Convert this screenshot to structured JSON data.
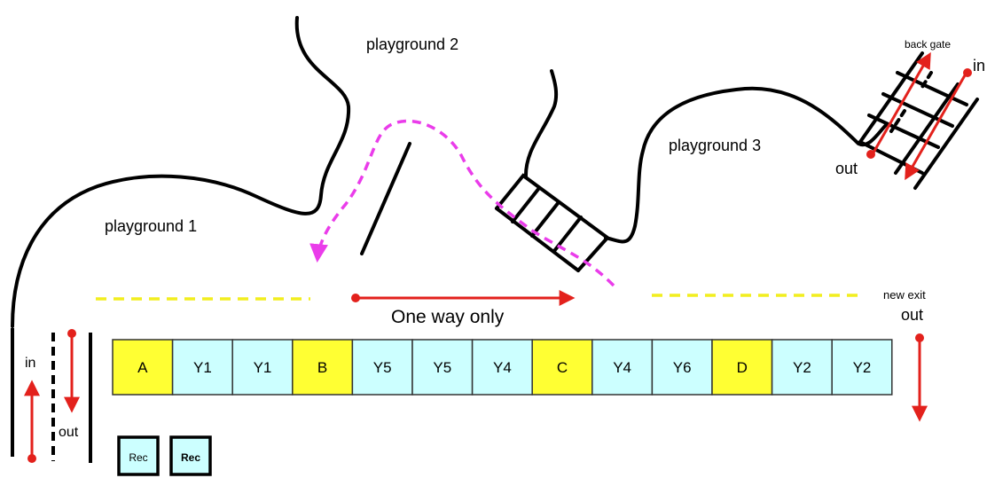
{
  "labels": {
    "playground1": "playground 1",
    "playground2": "playground 2",
    "playground3": "playground 3",
    "back_gate": "back gate",
    "back_gate_in": "in",
    "back_gate_out": "out",
    "one_way": "One way only",
    "new_exit": "new exit",
    "new_exit_out": "out",
    "left_in": "in",
    "left_out": "out"
  },
  "bays": [
    {
      "label": "A",
      "color": "#ffff33"
    },
    {
      "label": "Y1",
      "color": "#ccffff"
    },
    {
      "label": "Y1",
      "color": "#ccffff"
    },
    {
      "label": "B",
      "color": "#ffff33"
    },
    {
      "label": "Y5",
      "color": "#ccffff"
    },
    {
      "label": "Y5",
      "color": "#ccffff"
    },
    {
      "label": "Y4",
      "color": "#ccffff"
    },
    {
      "label": "C",
      "color": "#ffff33"
    },
    {
      "label": "Y4",
      "color": "#ccffff"
    },
    {
      "label": "Y6",
      "color": "#ccffff"
    },
    {
      "label": "D",
      "color": "#ffff33"
    },
    {
      "label": "Y2",
      "color": "#ccffff"
    },
    {
      "label": "Y2",
      "color": "#ccffff"
    }
  ],
  "rec_boxes": [
    {
      "label": "Rec",
      "color": "#ccffff"
    },
    {
      "label": "Rec",
      "color": "#ccffff"
    }
  ],
  "colors": {
    "arrow": "#e3211c",
    "dashed_yellow": "#f2ee1f",
    "path_magenta": "#ea3cea",
    "cell_yellow": "#ffff33",
    "cell_cyan": "#ccffff"
  }
}
